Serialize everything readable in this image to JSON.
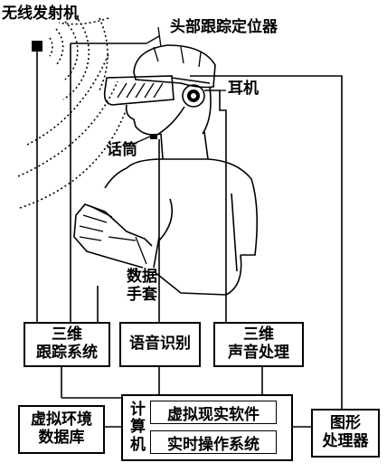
{
  "labels": {
    "transmitter": "无线发射机",
    "head_tracker": "头部跟踪定位器",
    "earphone": "耳机",
    "microphone": "话筒",
    "glove": [
      "数据",
      "手套"
    ]
  },
  "boxes": {
    "tracking": [
      "三维",
      "跟踪系统"
    ],
    "speech": "语音识别",
    "sound": [
      "三维",
      "声音处理"
    ],
    "computer": [
      "计",
      "算",
      "机"
    ],
    "vr_software": "虚拟现实软件",
    "rt_os": "实时操作系统",
    "database": [
      "虚拟环境",
      "数据库"
    ],
    "graphics": [
      "图形",
      "处理器"
    ]
  }
}
